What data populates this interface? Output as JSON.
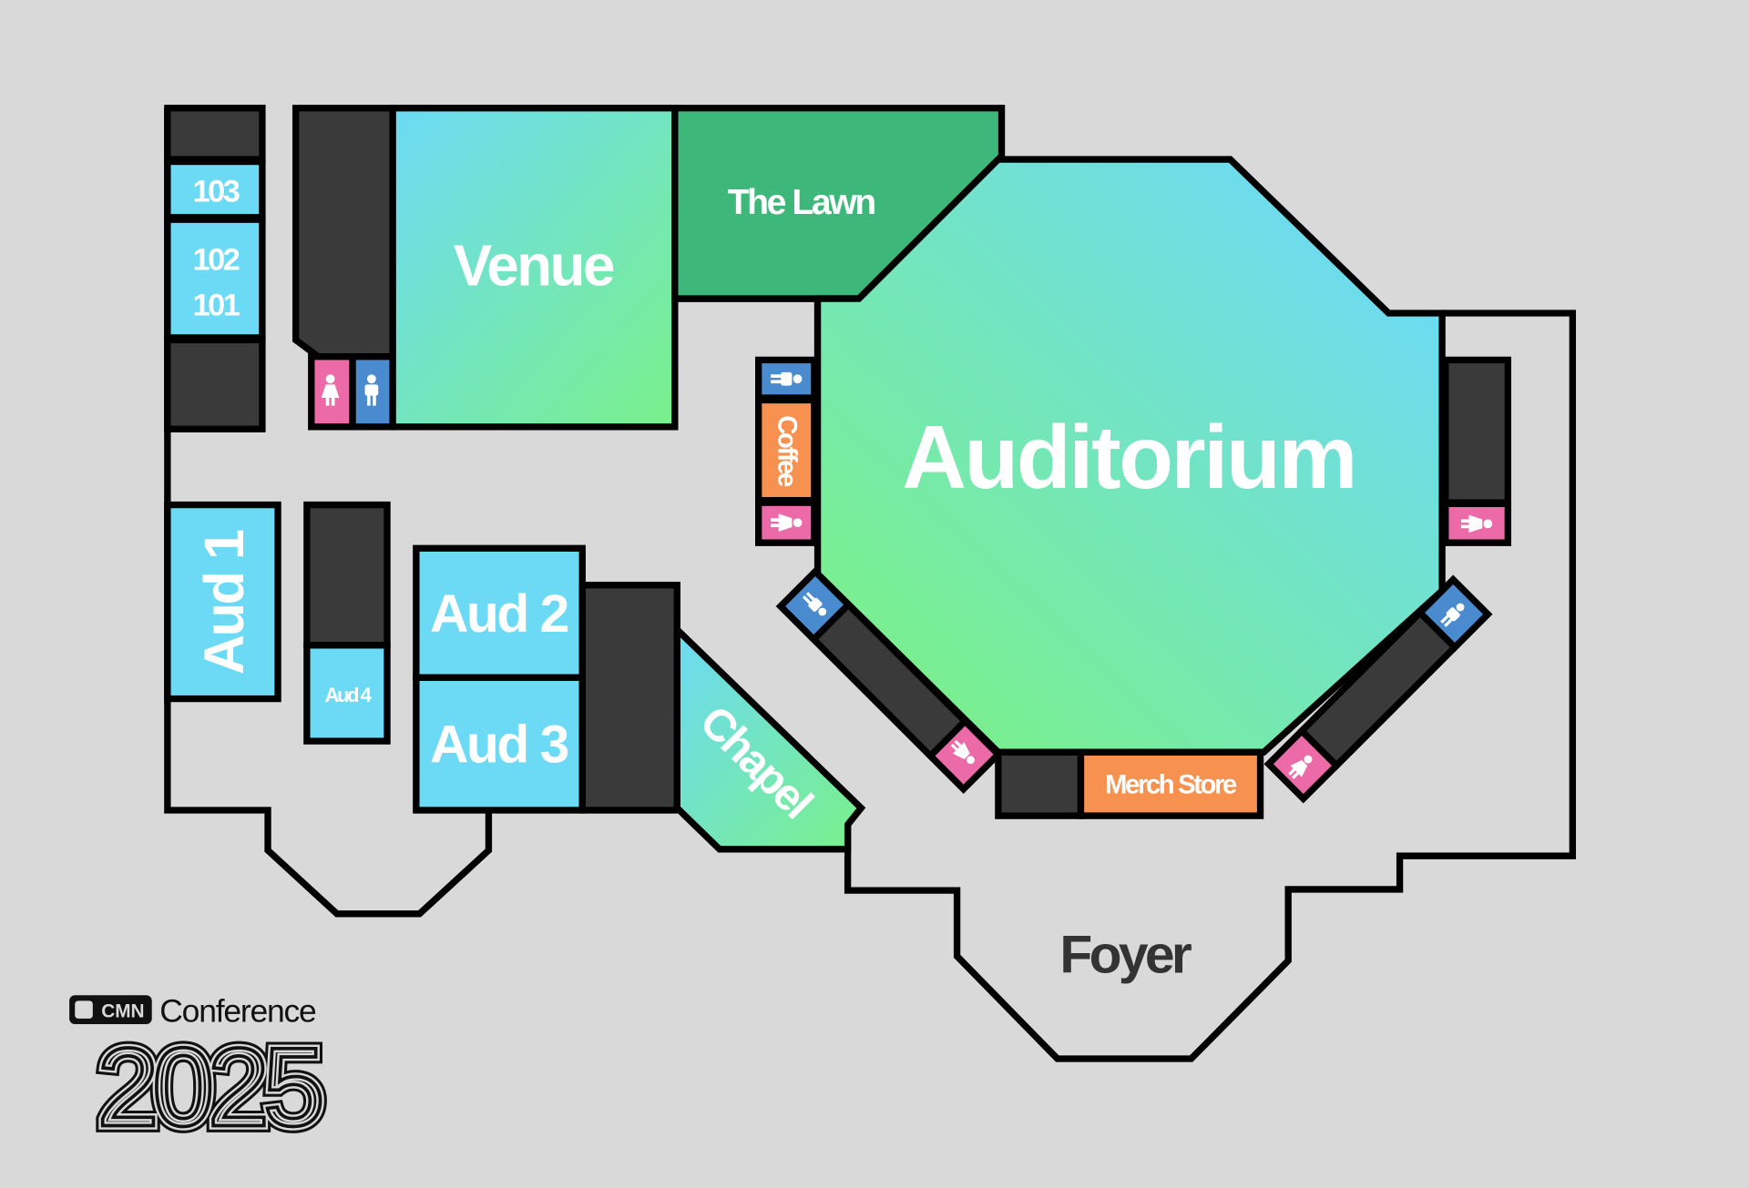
{
  "map": {
    "rooms": {
      "r103": "103",
      "r102": "102",
      "r101": "101",
      "venue": "Venue",
      "lawn": "The Lawn",
      "auditorium": "Auditorium",
      "coffee": "Coffee",
      "aud1": "Aud 1",
      "aud2": "Aud 2",
      "aud3": "Aud 3",
      "aud4": "Aud 4",
      "chapel": "Chapel",
      "merch": "Merch Store",
      "foyer": "Foyer"
    },
    "colors": {
      "background": "#d9d9d9",
      "wall": "#000000",
      "service": "#3a3a3a",
      "room_cyan": "#6cdaf5",
      "room_green": "#3eb87a",
      "gradient_green": "#7af08a",
      "amenity_orange": "#f7914f",
      "restroom_women": "#ec6aa8",
      "restroom_men": "#4a8bd0"
    }
  },
  "logo": {
    "brand": "CMN",
    "event": "Conference",
    "year": "2025"
  }
}
